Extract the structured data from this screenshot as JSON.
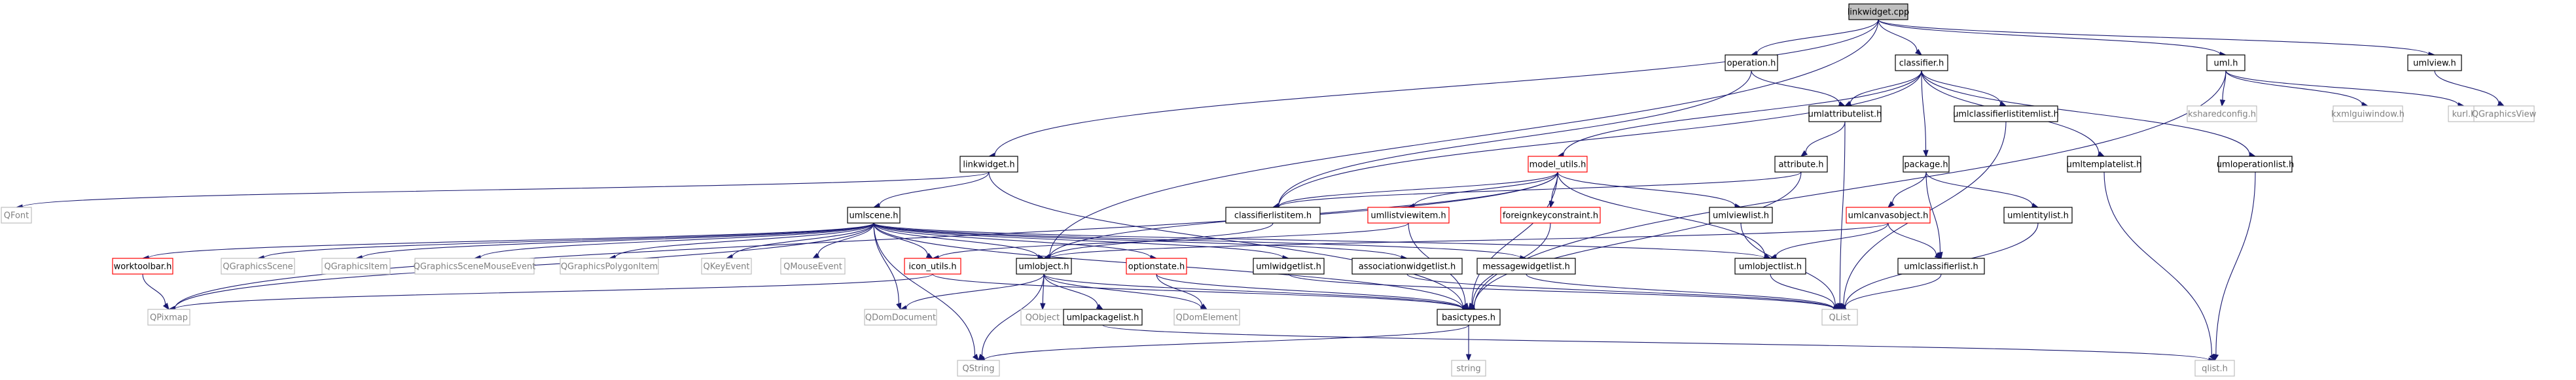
{
  "diagram": {
    "colors": {
      "edge": "#191970",
      "node_border_normal": "#000000",
      "node_border_partial": "#ff0000",
      "node_border_external": "#bfbfbf",
      "text_normal": "#000000",
      "text_external": "#808080",
      "root_fill": "#bfbfbf"
    },
    "nodes": [
      {
        "id": "linkwidget_cpp",
        "label": "linkwidget.cpp",
        "kind": "root"
      },
      {
        "id": "operation_h",
        "label": "operation.h",
        "kind": "normal"
      },
      {
        "id": "classifier_h",
        "label": "classifier.h",
        "kind": "normal"
      },
      {
        "id": "uml_h",
        "label": "uml.h",
        "kind": "normal"
      },
      {
        "id": "umlview_h",
        "label": "umlview.h",
        "kind": "normal"
      },
      {
        "id": "linkwidget_h",
        "label": "linkwidget.h",
        "kind": "normal"
      },
      {
        "id": "umlattributelist_h",
        "label": "umlattributelist.h",
        "kind": "normal"
      },
      {
        "id": "umlclassifierlistitemlist_h",
        "label": "umlclassifierlistitemlist.h",
        "kind": "normal"
      },
      {
        "id": "ksharedconfig_h",
        "label": "ksharedconfig.h",
        "kind": "external"
      },
      {
        "id": "kxmlguiwindow_h",
        "label": "kxmlguiwindow.h",
        "kind": "external"
      },
      {
        "id": "kurl_h",
        "label": "kurl.h",
        "kind": "external"
      },
      {
        "id": "qgraphicsview",
        "label": "QGraphicsView",
        "kind": "external"
      },
      {
        "id": "model_utils_h",
        "label": "model_utils.h",
        "kind": "partial"
      },
      {
        "id": "attribute_h",
        "label": "attribute.h",
        "kind": "normal"
      },
      {
        "id": "package_h",
        "label": "package.h",
        "kind": "normal"
      },
      {
        "id": "umltemplatelist_h",
        "label": "umltemplatelist.h",
        "kind": "normal"
      },
      {
        "id": "umloperationlist_h",
        "label": "umloperationlist.h",
        "kind": "normal"
      },
      {
        "id": "qfont",
        "label": "QFont",
        "kind": "external"
      },
      {
        "id": "classifierlistitem_h",
        "label": "classifierlistitem.h",
        "kind": "normal"
      },
      {
        "id": "umllistviewitem_h",
        "label": "umllistviewitem.h",
        "kind": "partial"
      },
      {
        "id": "foreignkeyconstraint_h",
        "label": "foreignkeyconstraint.h",
        "kind": "partial"
      },
      {
        "id": "umlviewlist_h",
        "label": "umlviewlist.h",
        "kind": "normal"
      },
      {
        "id": "umlcanvasobject_h",
        "label": "umlcanvasobject.h",
        "kind": "partial"
      },
      {
        "id": "umlentitylist_h",
        "label": "umlentitylist.h",
        "kind": "normal"
      },
      {
        "id": "umlscene_h",
        "label": "umlscene.h",
        "kind": "normal"
      },
      {
        "id": "worktoolbar_h",
        "label": "worktoolbar.h",
        "kind": "partial"
      },
      {
        "id": "qgraphicsscene",
        "label": "QGraphicsScene",
        "kind": "external"
      },
      {
        "id": "qgraphicsitem",
        "label": "QGraphicsItem",
        "kind": "external"
      },
      {
        "id": "qgraphicsscenemouseevent",
        "label": "QGraphicsSceneMouseEvent",
        "kind": "external"
      },
      {
        "id": "qgraphicspolygonitem",
        "label": "QGraphicsPolygonItem",
        "kind": "external"
      },
      {
        "id": "qkeyevent",
        "label": "QKeyEvent",
        "kind": "external"
      },
      {
        "id": "qmouseevent",
        "label": "QMouseEvent",
        "kind": "external"
      },
      {
        "id": "icon_utils_h",
        "label": "icon_utils.h",
        "kind": "partial"
      },
      {
        "id": "umlobject_h",
        "label": "umlobject.h",
        "kind": "normal"
      },
      {
        "id": "optionstate_h",
        "label": "optionstate.h",
        "kind": "partial"
      },
      {
        "id": "umlwidgetlist_h",
        "label": "umlwidgetlist.h",
        "kind": "normal"
      },
      {
        "id": "associationwidgetlist_h",
        "label": "associationwidgetlist.h",
        "kind": "normal"
      },
      {
        "id": "messagewidgetlist_h",
        "label": "messagewidgetlist.h",
        "kind": "normal"
      },
      {
        "id": "umlobjectlist_h",
        "label": "umlobjectlist.h",
        "kind": "normal"
      },
      {
        "id": "umlclassifierlist_h",
        "label": "umlclassifierlist.h",
        "kind": "normal"
      },
      {
        "id": "qpixmap",
        "label": "QPixmap",
        "kind": "external"
      },
      {
        "id": "qdomdocument",
        "label": "QDomDocument",
        "kind": "external"
      },
      {
        "id": "qobject",
        "label": "QObject",
        "kind": "external"
      },
      {
        "id": "umlpackagelist_h",
        "label": "umlpackagelist.h",
        "kind": "normal"
      },
      {
        "id": "qdomelement",
        "label": "QDomElement",
        "kind": "external"
      },
      {
        "id": "basictypes_h",
        "label": "basictypes.h",
        "kind": "normal"
      },
      {
        "id": "qlist",
        "label": "QList",
        "kind": "external"
      },
      {
        "id": "qstring",
        "label": "QString",
        "kind": "external"
      },
      {
        "id": "string",
        "label": "string",
        "kind": "external"
      },
      {
        "id": "qlist_h",
        "label": "qlist.h",
        "kind": "external"
      }
    ],
    "edges": [
      [
        "linkwidget_cpp",
        "operation_h"
      ],
      [
        "linkwidget_cpp",
        "classifier_h"
      ],
      [
        "linkwidget_cpp",
        "uml_h"
      ],
      [
        "linkwidget_cpp",
        "umlview_h"
      ],
      [
        "linkwidget_cpp",
        "linkwidget_h"
      ],
      [
        "linkwidget_cpp",
        "umlobject_h"
      ],
      [
        "operation_h",
        "umlattributelist_h"
      ],
      [
        "operation_h",
        "classifierlistitem_h"
      ],
      [
        "classifier_h",
        "umlattributelist_h"
      ],
      [
        "classifier_h",
        "umlclassifierlistitemlist_h"
      ],
      [
        "classifier_h",
        "model_utils_h"
      ],
      [
        "classifier_h",
        "package_h"
      ],
      [
        "classifier_h",
        "umltemplatelist_h"
      ],
      [
        "classifier_h",
        "umloperationlist_h"
      ],
      [
        "classifier_h",
        "classifierlistitem_h"
      ],
      [
        "uml_h",
        "ksharedconfig_h"
      ],
      [
        "uml_h",
        "kxmlguiwindow_h"
      ],
      [
        "uml_h",
        "kurl_h"
      ],
      [
        "uml_h",
        "basictypes_h"
      ],
      [
        "umlview_h",
        "qgraphicsview"
      ],
      [
        "linkwidget_h",
        "qfont"
      ],
      [
        "linkwidget_h",
        "umlscene_h"
      ],
      [
        "linkwidget_h",
        "basictypes_h"
      ],
      [
        "umlattributelist_h",
        "attribute_h"
      ],
      [
        "umlattributelist_h",
        "qlist"
      ],
      [
        "umlclassifierlistitemlist_h",
        "qlist"
      ],
      [
        "model_utils_h",
        "classifierlistitem_h"
      ],
      [
        "model_utils_h",
        "umllistviewitem_h"
      ],
      [
        "model_utils_h",
        "foreignkeyconstraint_h"
      ],
      [
        "model_utils_h",
        "umlviewlist_h"
      ],
      [
        "model_utils_h",
        "umlobjectlist_h"
      ],
      [
        "model_utils_h",
        "basictypes_h"
      ],
      [
        "model_utils_h",
        "qpixmap"
      ],
      [
        "model_utils_h",
        "umlobject_h"
      ],
      [
        "attribute_h",
        "classifierlistitem_h"
      ],
      [
        "attribute_h",
        "basictypes_h"
      ],
      [
        "package_h",
        "umlcanvasobject_h"
      ],
      [
        "package_h",
        "umlentitylist_h"
      ],
      [
        "package_h",
        "umlclassifierlist_h"
      ],
      [
        "umltemplatelist_h",
        "qlist_h"
      ],
      [
        "umloperationlist_h",
        "qlist_h"
      ],
      [
        "classifierlistitem_h",
        "umlobject_h"
      ],
      [
        "umllistviewitem_h",
        "icon_utils_h"
      ],
      [
        "umllistviewitem_h",
        "basictypes_h"
      ],
      [
        "foreignkeyconstraint_h",
        "basictypes_h"
      ],
      [
        "umlviewlist_h",
        "qlist"
      ],
      [
        "umlcanvasobject_h",
        "umlobject_h"
      ],
      [
        "umlcanvasobject_h",
        "umlobjectlist_h"
      ],
      [
        "umlcanvasobject_h",
        "umlclassifierlist_h"
      ],
      [
        "umlentitylist_h",
        "qlist"
      ],
      [
        "umlscene_h",
        "worktoolbar_h"
      ],
      [
        "umlscene_h",
        "qgraphicsscene"
      ],
      [
        "umlscene_h",
        "qgraphicsitem"
      ],
      [
        "umlscene_h",
        "qgraphicsscenemouseevent"
      ],
      [
        "umlscene_h",
        "qgraphicspolygonitem"
      ],
      [
        "umlscene_h",
        "qkeyevent"
      ],
      [
        "umlscene_h",
        "qmouseevent"
      ],
      [
        "umlscene_h",
        "icon_utils_h"
      ],
      [
        "umlscene_h",
        "umlobject_h"
      ],
      [
        "umlscene_h",
        "optionstate_h"
      ],
      [
        "umlscene_h",
        "umlwidgetlist_h"
      ],
      [
        "umlscene_h",
        "associationwidgetlist_h"
      ],
      [
        "umlscene_h",
        "messagewidgetlist_h"
      ],
      [
        "umlscene_h",
        "umlobjectlist_h"
      ],
      [
        "umlscene_h",
        "basictypes_h"
      ],
      [
        "umlscene_h",
        "qdomdocument"
      ],
      [
        "umlscene_h",
        "qstring"
      ],
      [
        "umlscene_h",
        "qpixmap"
      ],
      [
        "worktoolbar_h",
        "qpixmap"
      ],
      [
        "icon_utils_h",
        "qpixmap"
      ],
      [
        "icon_utils_h",
        "basictypes_h"
      ],
      [
        "umlobject_h",
        "qdomdocument"
      ],
      [
        "umlobject_h",
        "qobject"
      ],
      [
        "umlobject_h",
        "umlpackagelist_h"
      ],
      [
        "umlobject_h",
        "qdomelement"
      ],
      [
        "umlobject_h",
        "basictypes_h"
      ],
      [
        "umlobject_h",
        "qstring"
      ],
      [
        "optionstate_h",
        "qdomelement"
      ],
      [
        "optionstate_h",
        "basictypes_h"
      ],
      [
        "umlwidgetlist_h",
        "qlist"
      ],
      [
        "associationwidgetlist_h",
        "qlist"
      ],
      [
        "messagewidgetlist_h",
        "qlist"
      ],
      [
        "umlobjectlist_h",
        "qlist"
      ],
      [
        "umlclassifierlist_h",
        "qlist"
      ],
      [
        "umlpackagelist_h",
        "qlist_h"
      ],
      [
        "basictypes_h",
        "qstring"
      ],
      [
        "basictypes_h",
        "string"
      ]
    ]
  }
}
